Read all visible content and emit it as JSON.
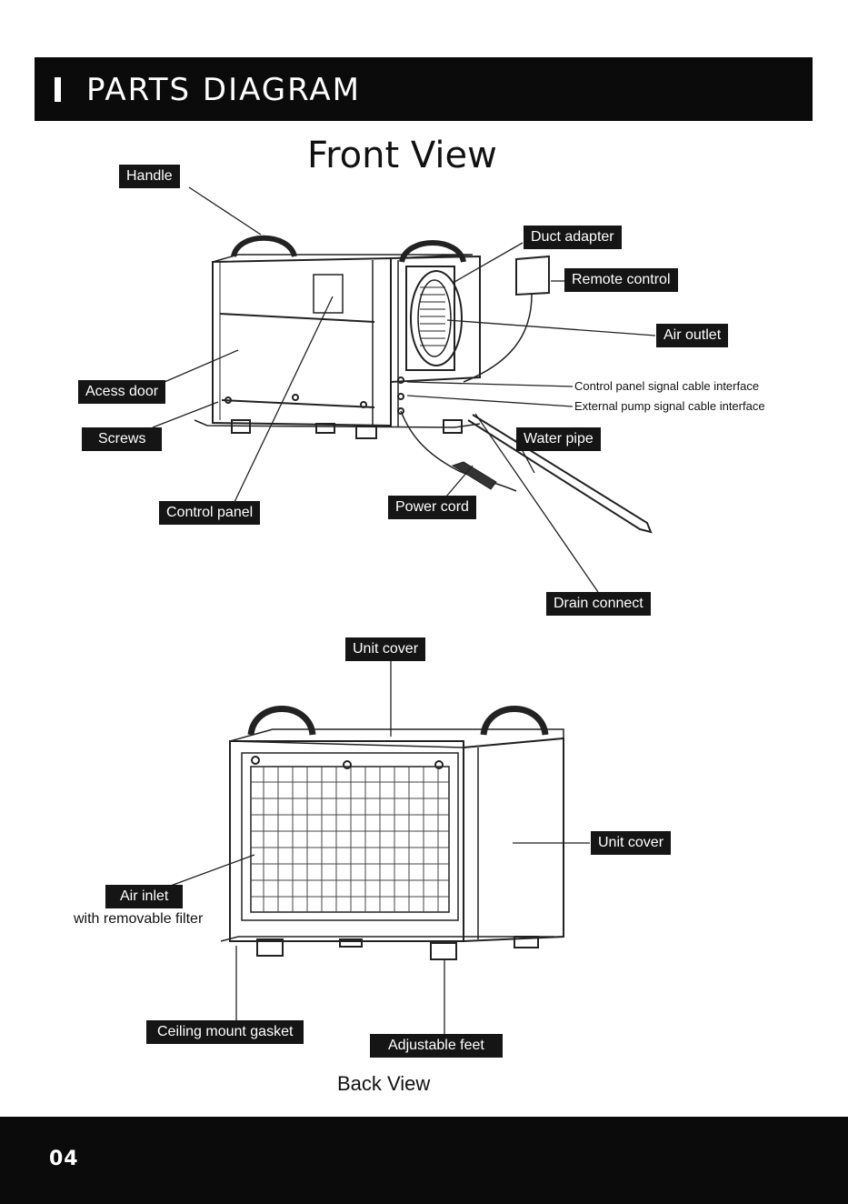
{
  "header": {
    "title": "PARTS DIAGRAM"
  },
  "front_view": {
    "title": "Front View",
    "labels": {
      "handle": "Handle",
      "duct_adapter": "Duct adapter",
      "remote_control": "Remote control",
      "air_outlet": "Air outlet",
      "access_door": "Acess door",
      "screws": "Screws",
      "control_panel_signal": "Control panel signal cable interface",
      "external_pump_signal": "External pump signal cable interface",
      "water_pipe": "Water pipe",
      "power_cord": "Power cord",
      "control_panel": "Control panel",
      "drain_connect": "Drain connect"
    }
  },
  "back_view": {
    "title": "Back View",
    "labels": {
      "unit_cover_top": "Unit cover",
      "unit_cover_side": "Unit cover",
      "air_inlet": "Air inlet",
      "air_inlet_sub": "with removable filter",
      "ceiling_mount_gasket": "Ceiling mount gasket",
      "adjustable_feet": "Adjustable feet"
    }
  },
  "footer": {
    "page_number": "04"
  }
}
